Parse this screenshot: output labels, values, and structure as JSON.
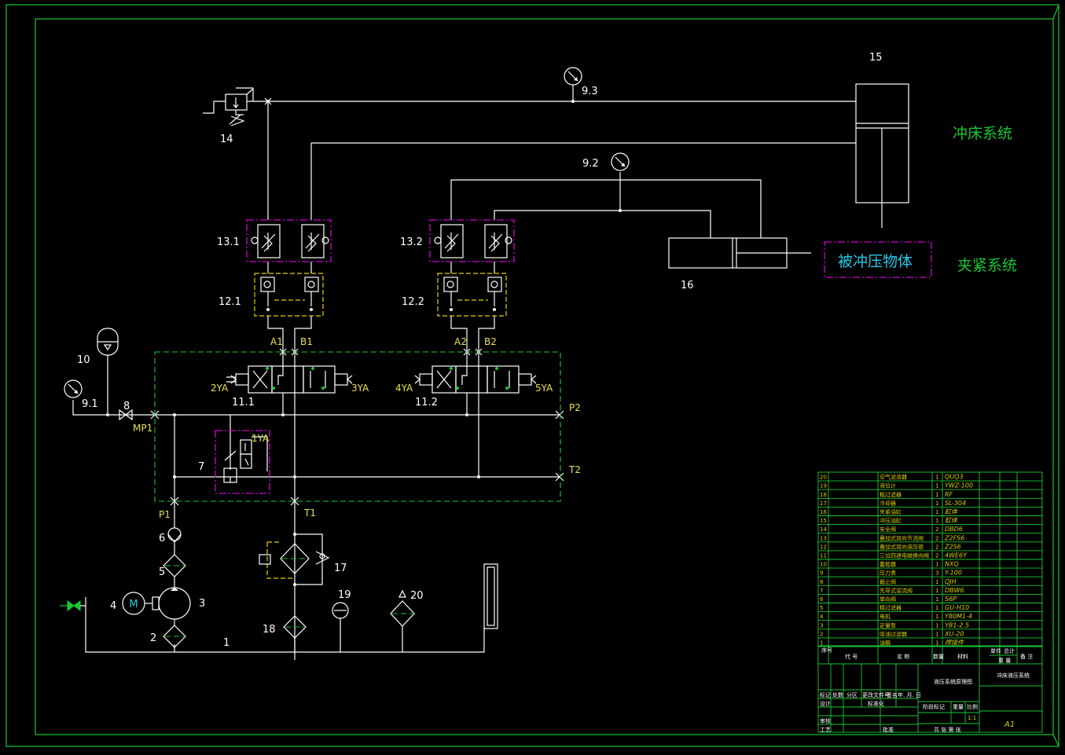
{
  "systems": {
    "punch": "冲床系统",
    "clamp": "夹紧系统",
    "workpiece": "被冲压物体"
  },
  "labels": {
    "l15": "15",
    "l16": "16",
    "l14": "14",
    "l9_3": "9.3",
    "l9_2": "9.2",
    "l9_1": "9.1",
    "l13_1": "13.1",
    "l13_2": "13.2",
    "l12_1": "12.1",
    "l12_2": "12.2",
    "l11_1": "11.1",
    "l11_2": "11.2",
    "l10": "10",
    "l8": "8",
    "l7": "7",
    "l6": "6",
    "l5": "5",
    "l4": "4",
    "l3": "3",
    "l2": "2",
    "l1": "1",
    "l17": "17",
    "l18": "18",
    "l19": "19",
    "l20": "20",
    "A1": "A1",
    "B1": "B1",
    "A2": "A2",
    "B2": "B2",
    "P1": "P1",
    "P2": "P2",
    "T1": "T1",
    "T2": "T2",
    "MP1": "MP1",
    "sol1": "1YA",
    "sol2": "2YA",
    "sol3": "3YA",
    "sol4": "4YA",
    "sol5": "5YA",
    "motor": "M"
  },
  "title_block": {
    "parts": [
      {
        "no": "20",
        "name": "空气滤清器",
        "qty": "1",
        "model": "QUQ3"
      },
      {
        "no": "19",
        "name": "液位计",
        "qty": "1",
        "model": "YWZ-100"
      },
      {
        "no": "18",
        "name": "粗过滤器",
        "qty": "1",
        "model": "RF"
      },
      {
        "no": "17",
        "name": "冷却器",
        "qty": "1",
        "model": "SL-304"
      },
      {
        "no": "16",
        "name": "夹紧油缸",
        "qty": "1",
        "model": "缸体"
      },
      {
        "no": "15",
        "name": "冲压油缸",
        "qty": "1",
        "model": "缸体"
      },
      {
        "no": "14",
        "name": "安全阀",
        "qty": "2",
        "model": "DBD6"
      },
      {
        "no": "13",
        "name": "叠加式双向节流阀",
        "qty": "2",
        "model": "Z2FS6"
      },
      {
        "no": "12",
        "name": "叠加式双向液压锁",
        "qty": "2",
        "model": "Z2S6"
      },
      {
        "no": "11",
        "name": "三位四通电磁换向阀",
        "qty": "2",
        "model": "4WE6Y"
      },
      {
        "no": "10",
        "name": "蓄能器",
        "qty": "1",
        "model": "NXQ"
      },
      {
        "no": "9",
        "name": "压力表",
        "qty": "3",
        "model": "Y-100"
      },
      {
        "no": "8",
        "name": "截止阀",
        "qty": "1",
        "model": "QJH"
      },
      {
        "no": "7",
        "name": "先导式溢流阀",
        "qty": "1",
        "model": "DBW6"
      },
      {
        "no": "6",
        "name": "单向阀",
        "qty": "1",
        "model": "S6P"
      },
      {
        "no": "5",
        "name": "精过滤器",
        "qty": "1",
        "model": "GU-H10"
      },
      {
        "no": "4",
        "name": "电机",
        "qty": "1",
        "model": "Y80M1-4"
      },
      {
        "no": "3",
        "name": "定量泵",
        "qty": "1",
        "model": "YB1-2.5"
      },
      {
        "no": "2",
        "name": "吸油过滤器",
        "qty": "1",
        "model": "XU-20"
      },
      {
        "no": "1",
        "name": "油箱",
        "qty": "1",
        "model": "焊接件"
      }
    ],
    "header": {
      "no": "序号",
      "code": "代 号",
      "name": "名 称",
      "qty": "数量",
      "material": "材料",
      "weight1": "单件",
      "weight2": "总计",
      "weight3": "重 量",
      "remark": "备 注"
    },
    "drawing_name": "液压系统原理图",
    "project": "冲床液压系统",
    "scale": "1:1",
    "sheet": "A1",
    "row_mark": "标记",
    "row_count": "处数",
    "row_zone": "分区",
    "row_doc": "更改文件号",
    "row_sign": "签名",
    "row_date": "年. 月. 日",
    "design": "设计",
    "standard": "标准化",
    "check": "审核",
    "process": "工艺",
    "approve": "批准",
    "stage": "阶段标记",
    "weight": "重量",
    "ratio": "比例",
    "sheets": "共 张 第 张"
  }
}
